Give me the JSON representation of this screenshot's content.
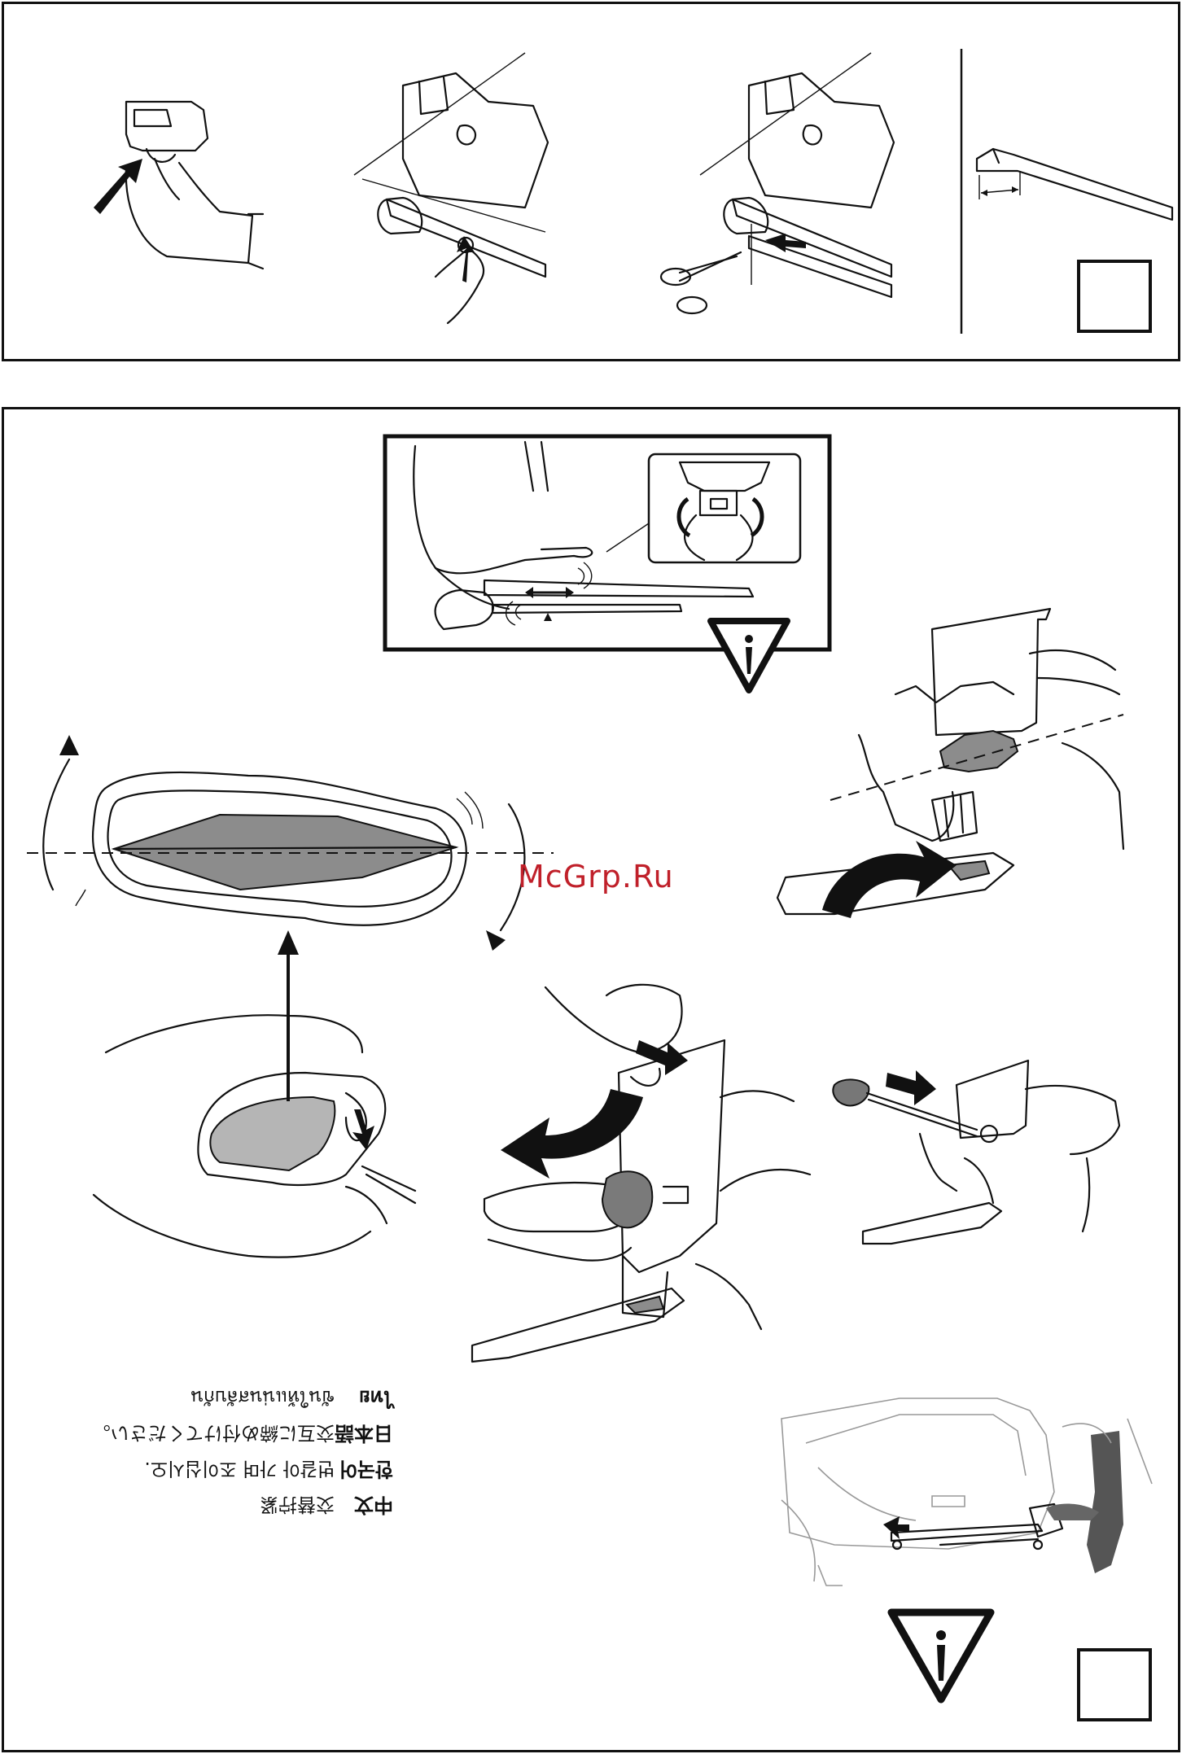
{
  "watermark": {
    "text": "McGrp.Ru",
    "color": "#c0202a"
  },
  "instructions": [
    {
      "code": "中文",
      "text": "交替拧紧"
    },
    {
      "code": "한국어",
      "text": "번갈아 가며 조이십시오."
    },
    {
      "code": "日本語",
      "text": "交互に締め付けてください。"
    },
    {
      "code": "ไทย",
      "text": "ขันให้แน่นสลับกัน"
    }
  ],
  "icons": {
    "warning": "warning-triangle-info-icon",
    "checkbox": "check-square-icon",
    "arrow": "arrow-icon"
  }
}
